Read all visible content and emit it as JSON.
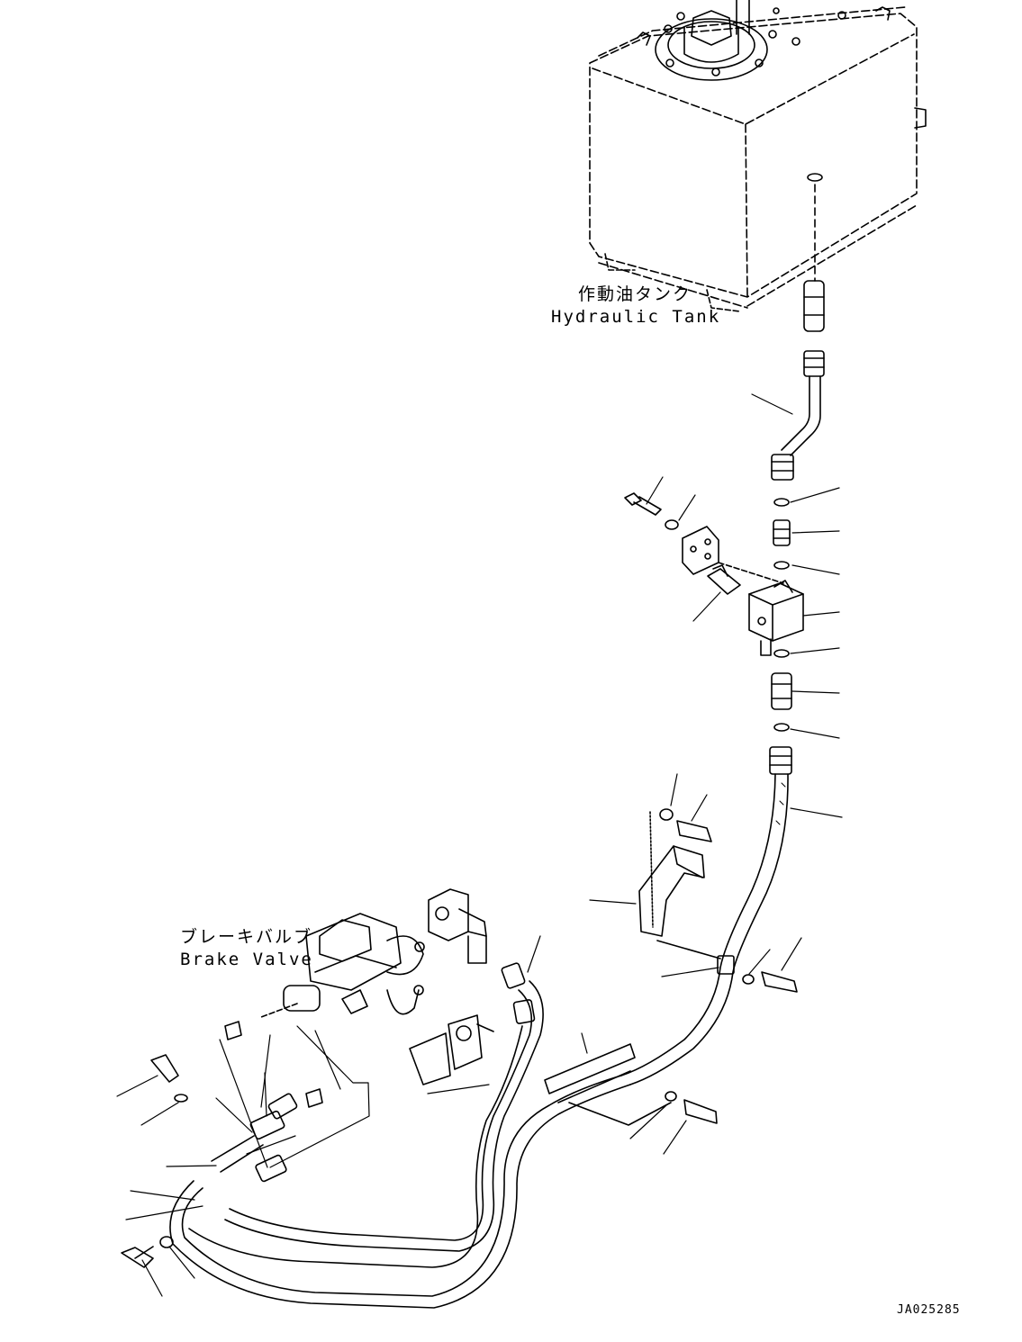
{
  "labels": {
    "tank_jp": "作動油タンク",
    "tank_en": "Hydraulic Tank",
    "brake_jp": "ブレーキバルブ",
    "brake_en": "Brake Valve",
    "drawing_code": "JA025285"
  }
}
